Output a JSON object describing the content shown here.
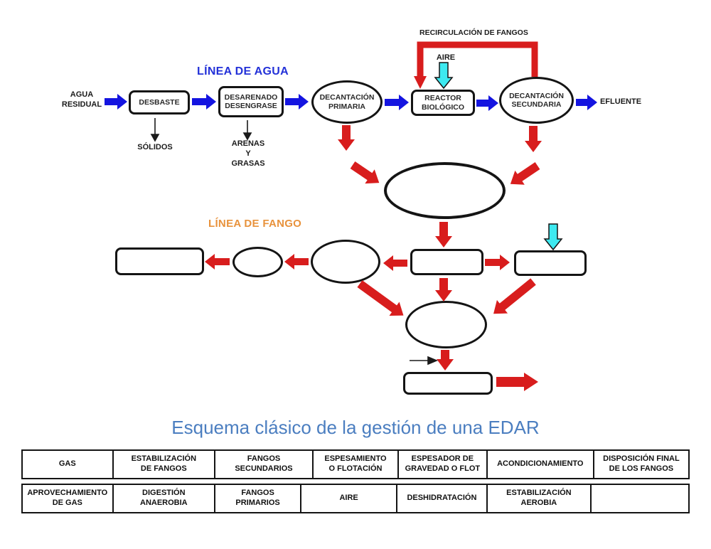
{
  "heading": "Esquema clásico de la gestión de una EDAR",
  "flow": {
    "titles": {
      "water": "LÍNEA DE AGUA",
      "sludge": "LÍNEA DE FANGO",
      "recirculation": "RECIRCULACIÓN DE FANGOS"
    },
    "labels": {
      "influent": "AGUA\nRESIDUAL",
      "effluent": "EFLUENTE",
      "solids": "SÓLIDOS",
      "sand_grease": "ARENAS\nY\nGRASAS",
      "air": "AIRE"
    },
    "nodes": {
      "desbaste": "DESBASTE",
      "desarenado": "DESARENADO\nDESENGRASE",
      "decantacion_primaria": "DECANTACIÓN\nPRIMARIA",
      "reactor_biologico": "REACTOR\nBIOLÓGICO",
      "decantacion_secundaria": "DECANTACIÓN\nSECUNDARIA"
    }
  },
  "word_bank": {
    "row1": [
      "GAS",
      "ESTABILIZACIÓN\nDE FANGOS",
      "FANGOS\nSECUNDARIOS",
      "ESPESAMIENTO\nO FLOTACIÓN",
      "ESPESADOR DE\nGRAVEDAD O FLOT",
      "ACONDICIONAMIENTO",
      "DISPOSICIÓN FINAL\nDE LOS FANGOS"
    ],
    "row2": [
      "APROVECHAMIENTO\nDE GAS",
      "DIGESTIÓN\nANAEROBIA",
      "FANGOS\nPRIMARIOS",
      "AIRE",
      "DESHIDRATACIÓN",
      "ESTABILIZACIÓN\nAEROBIA",
      ""
    ]
  },
  "colors": {
    "arrow_blue": "#1414e0",
    "arrow_red": "#d81d1d",
    "arrow_cyan": "#3de9f0",
    "water_title": "#2331d8",
    "sludge_title": "#e8923c",
    "heading": "#4b7ec0"
  }
}
